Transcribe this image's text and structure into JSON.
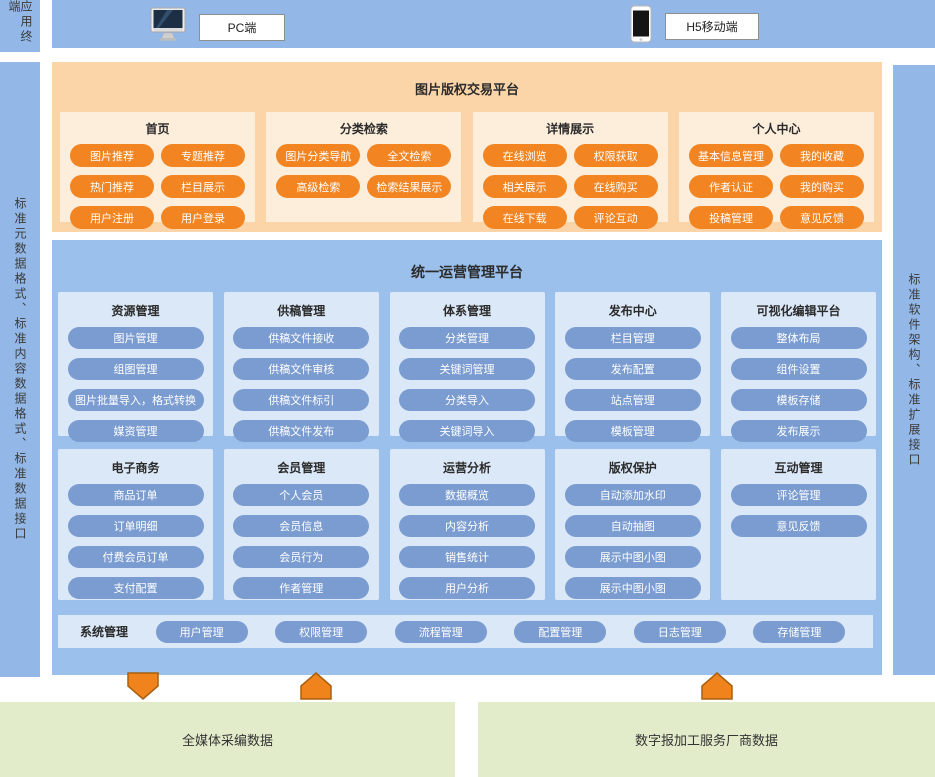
{
  "sidebars": {
    "left_top": "应用终端",
    "left_main": "标准元数据格式、标准内容数据格式、标准数据接口",
    "right": "标准软件架构、标准扩展接口"
  },
  "terminals": {
    "pc": {
      "label": "PC端",
      "icon": "desktop-icon"
    },
    "mobile": {
      "label": "H5移动端",
      "icon": "smartphone-icon"
    }
  },
  "trade_platform": {
    "title": "图片版权交易平台",
    "groups": [
      {
        "title": "首页",
        "buttons": [
          "图片推荐",
          "专题推荐",
          "热门推荐",
          "栏目展示",
          "用户注册",
          "用户登录"
        ]
      },
      {
        "title": "分类检索",
        "buttons": [
          "图片分类导航",
          "全文检索",
          "高级检索",
          "检索结果展示"
        ]
      },
      {
        "title": "详情展示",
        "buttons": [
          "在线浏览",
          "权限获取",
          "相关展示",
          "在线购买",
          "在线下载",
          "评论互动"
        ]
      },
      {
        "title": "个人中心",
        "buttons": [
          "基本信息管理",
          "我的收藏",
          "作者认证",
          "我的购买",
          "投稿管理",
          "意见反馈"
        ]
      }
    ]
  },
  "ops_platform": {
    "title": "统一运营管理平台",
    "rows": [
      [
        {
          "title": "资源管理",
          "buttons": [
            "图片管理",
            "组图管理",
            "图片批量导入，格式转换",
            "媒资管理"
          ]
        },
        {
          "title": "供稿管理",
          "buttons": [
            "供稿文件接收",
            "供稿文件审核",
            "供稿文件标引",
            "供稿文件发布"
          ]
        },
        {
          "title": "体系管理",
          "buttons": [
            "分类管理",
            "关键词管理",
            "分类导入",
            "关键词导入"
          ]
        },
        {
          "title": "发布中心",
          "buttons": [
            "栏目管理",
            "发布配置",
            "站点管理",
            "模板管理"
          ]
        },
        {
          "title": "可视化编辑平台",
          "buttons": [
            "整体布局",
            "组件设置",
            "模板存储",
            "发布展示"
          ]
        }
      ],
      [
        {
          "title": "电子商务",
          "buttons": [
            "商品订单",
            "订单明细",
            "付费会员订单",
            "支付配置"
          ]
        },
        {
          "title": "会员管理",
          "buttons": [
            "个人会员",
            "会员信息",
            "会员行为",
            "作者管理"
          ]
        },
        {
          "title": "运营分析",
          "buttons": [
            "数据概览",
            "内容分析",
            "销售统计",
            "用户分析"
          ]
        },
        {
          "title": "版权保护",
          "buttons": [
            "自动添加水印",
            "自动抽图",
            "展示中图小图",
            "展示中图小图"
          ]
        },
        {
          "title": "互动管理",
          "buttons": [
            "评论管理",
            "意见反馈"
          ]
        }
      ]
    ],
    "system_row": {
      "label": "系统管理",
      "buttons": [
        "用户管理",
        "权限管理",
        "流程管理",
        "配置管理",
        "日志管理",
        "存储管理"
      ]
    }
  },
  "arrows": [
    {
      "direction": "down"
    },
    {
      "direction": "up"
    },
    {
      "direction": "up"
    }
  ],
  "data_sources": [
    {
      "label": "全媒体采编数据"
    },
    {
      "label": "数字报加工服务厂商数据"
    }
  ],
  "colors": {
    "sidebar_blue": "#93b8e7",
    "panel_orange": "#fbd5a7",
    "group_cream": "#fdeedc",
    "button_orange": "#f28522",
    "panel_blue": "#9bc0eb",
    "group_lightblue": "#dbe8f7",
    "button_blue": "#7b9cd1",
    "datasource_green": "#e2ecca",
    "arrow_orange": "#f0831c"
  }
}
